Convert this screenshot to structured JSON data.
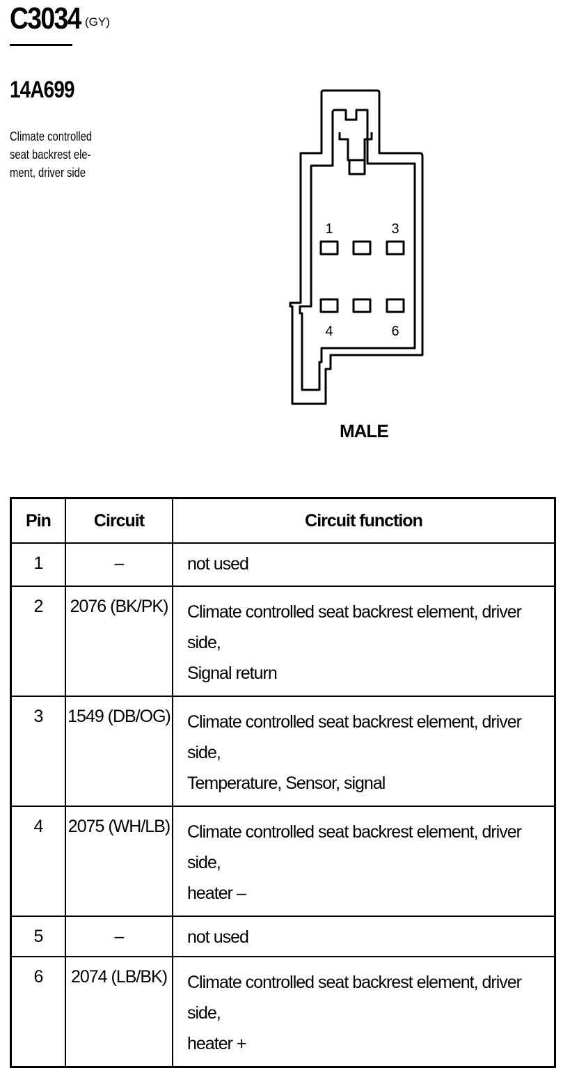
{
  "header": {
    "connector_id": "C3034",
    "color_code": "(GY)",
    "part_number": "14A699",
    "description_lines": [
      "Climate controlled",
      "seat backrest ele-",
      "ment, driver side"
    ]
  },
  "connector_view": {
    "pin_labels": {
      "top_left": "1",
      "top_right": "3",
      "bottom_left": "4",
      "bottom_right": "6"
    },
    "gender": "MALE"
  },
  "table": {
    "headers": {
      "pin": "Pin",
      "circuit": "Circuit",
      "function": "Circuit function"
    },
    "rows": [
      {
        "pin": "1",
        "circuit": "–",
        "function_1": "not used",
        "function_2": ""
      },
      {
        "pin": "2",
        "circuit": "2076 (BK/PK)",
        "function_1": "Climate controlled seat backrest element, driver side,",
        "function_2": "Signal return"
      },
      {
        "pin": "3",
        "circuit": "1549 (DB/OG)",
        "function_1": "Climate controlled seat backrest element, driver side,",
        "function_2": "Temperature, Sensor, signal"
      },
      {
        "pin": "4",
        "circuit": "2075 (WH/LB)",
        "function_1": "Climate controlled seat backrest element, driver side,",
        "function_2": "heater –"
      },
      {
        "pin": "5",
        "circuit": "–",
        "function_1": "not used",
        "function_2": ""
      },
      {
        "pin": "6",
        "circuit": "2074 (LB/BK)",
        "function_1": "Climate controlled seat backrest element, driver side,",
        "function_2": "heater +"
      }
    ]
  }
}
